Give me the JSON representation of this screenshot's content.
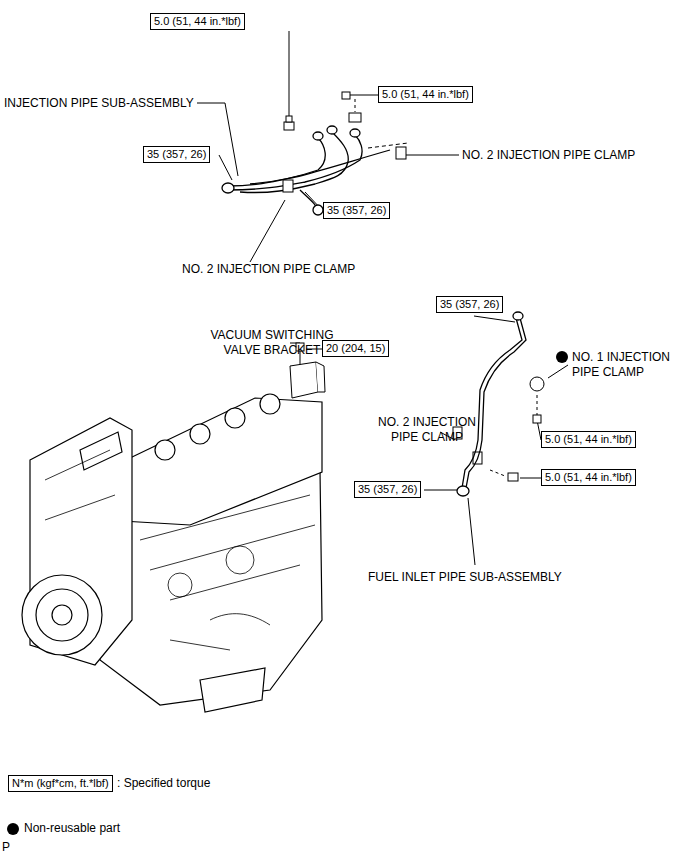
{
  "diagram": {
    "nodes": [
      {
        "text": [
          "5.0 (51, 44 in.*lbf)"
        ]
      },
      {
        "text": [
          "5.0 (51, 44 in.*lbf)"
        ]
      },
      {
        "text": [
          "35 (357, 26)"
        ]
      },
      {
        "text": [
          "35 (357, 26)"
        ]
      },
      {
        "text": [
          "35 (357, 26)"
        ]
      },
      {
        "text": [
          "20 (204, 15)"
        ]
      },
      {
        "text": [
          "5.0 (51, 44 in.*lbf)"
        ]
      },
      {
        "text": [
          "5.0 (51, 44 in.*lbf)"
        ]
      },
      {
        "text": [
          "35 (357, 26)"
        ]
      },
      {
        "text": [
          "N*m (kgf*cm, ft.*lbf)"
        ]
      }
    ],
    "labels": [
      "INJECTION PIPE SUB-ASSEMBLY",
      "NO. 2 INJECTION PIPE CLAMP",
      "NO. 2 INJECTION PIPE CLAMP",
      "VACUUM SWITCHING VALVE BRACKET",
      "NO. 1 INJECTION PIPE CLAMP",
      "NO. 2 INJECTION PIPE CLAMP",
      "FUEL INLET PIPE SUB-ASSEMBLY",
      "P"
    ],
    "legend": [
      {
        "text": ": Specified torque"
      },
      {
        "text": "Non-reusable part"
      }
    ]
  }
}
